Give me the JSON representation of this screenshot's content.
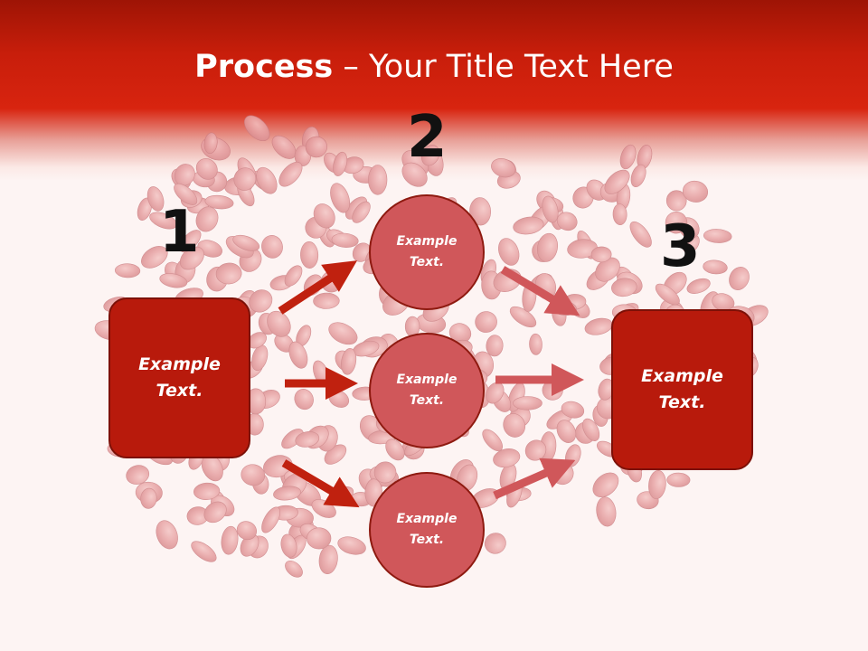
{
  "title": {
    "bold": "Process",
    "rest": " – Your Title Text Here"
  },
  "steps": [
    {
      "number": "1",
      "box_text": "Example\nText."
    },
    {
      "number": "2",
      "circles": [
        "Example\nText.",
        "Example\nText.",
        "Example\nText."
      ]
    },
    {
      "number": "3",
      "box_text": "Example\nText."
    }
  ],
  "colors": {
    "header_red": "#c81e0b",
    "box_fill": "#b81a0c",
    "circle_fill": "#d0575a",
    "left_arrow": "#c0210f",
    "right_arrow": "#d0575a"
  }
}
